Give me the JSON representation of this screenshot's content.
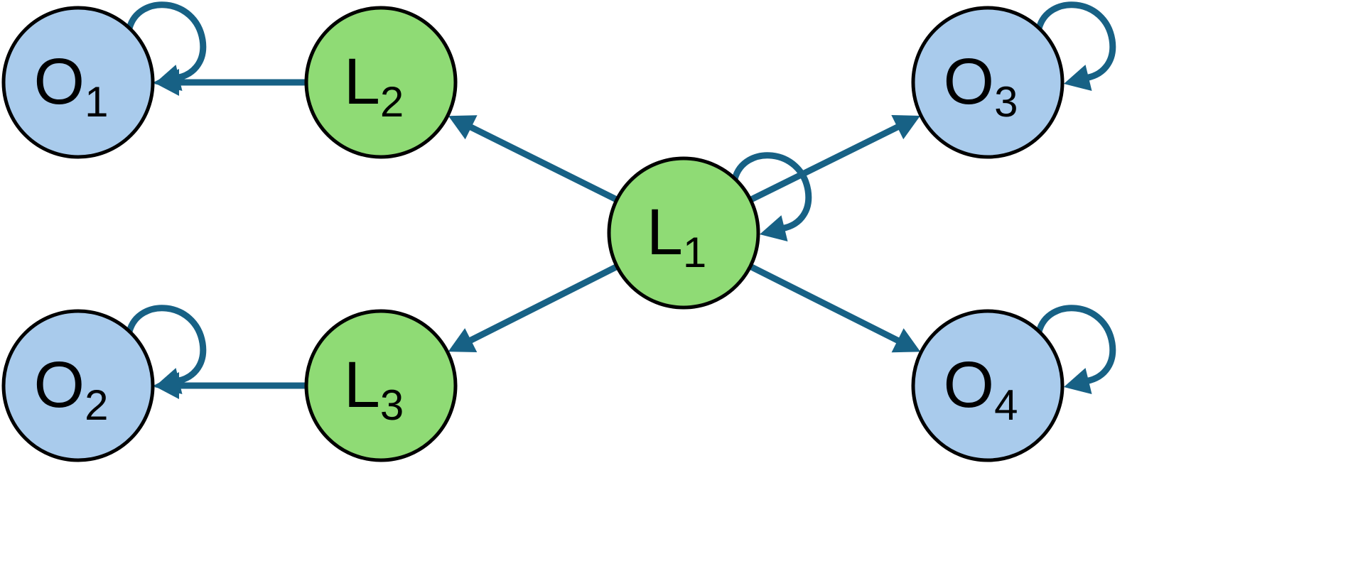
{
  "colors": {
    "edge": "#176185",
    "latent_fill": "#8fdb75",
    "observed_fill": "#a9cbec",
    "outline": "#000000"
  },
  "nodes": [
    {
      "id": "L1",
      "letter": "L",
      "sub": "1",
      "kind": "latent"
    },
    {
      "id": "L2",
      "letter": "L",
      "sub": "2",
      "kind": "latent"
    },
    {
      "id": "L3",
      "letter": "L",
      "sub": "3",
      "kind": "latent"
    },
    {
      "id": "O1",
      "letter": "O",
      "sub": "1",
      "kind": "observed"
    },
    {
      "id": "O2",
      "letter": "O",
      "sub": "2",
      "kind": "observed"
    },
    {
      "id": "O3",
      "letter": "O",
      "sub": "3",
      "kind": "observed"
    },
    {
      "id": "O4",
      "letter": "O",
      "sub": "4",
      "kind": "observed"
    }
  ],
  "edges": [
    {
      "from": "L1",
      "to": "L2"
    },
    {
      "from": "L1",
      "to": "L3"
    },
    {
      "from": "L1",
      "to": "O3"
    },
    {
      "from": "L1",
      "to": "O4"
    },
    {
      "from": "L2",
      "to": "O1"
    },
    {
      "from": "L3",
      "to": "O2"
    }
  ],
  "self_loops": [
    "L1",
    "O1",
    "O2",
    "O3",
    "O4"
  ]
}
